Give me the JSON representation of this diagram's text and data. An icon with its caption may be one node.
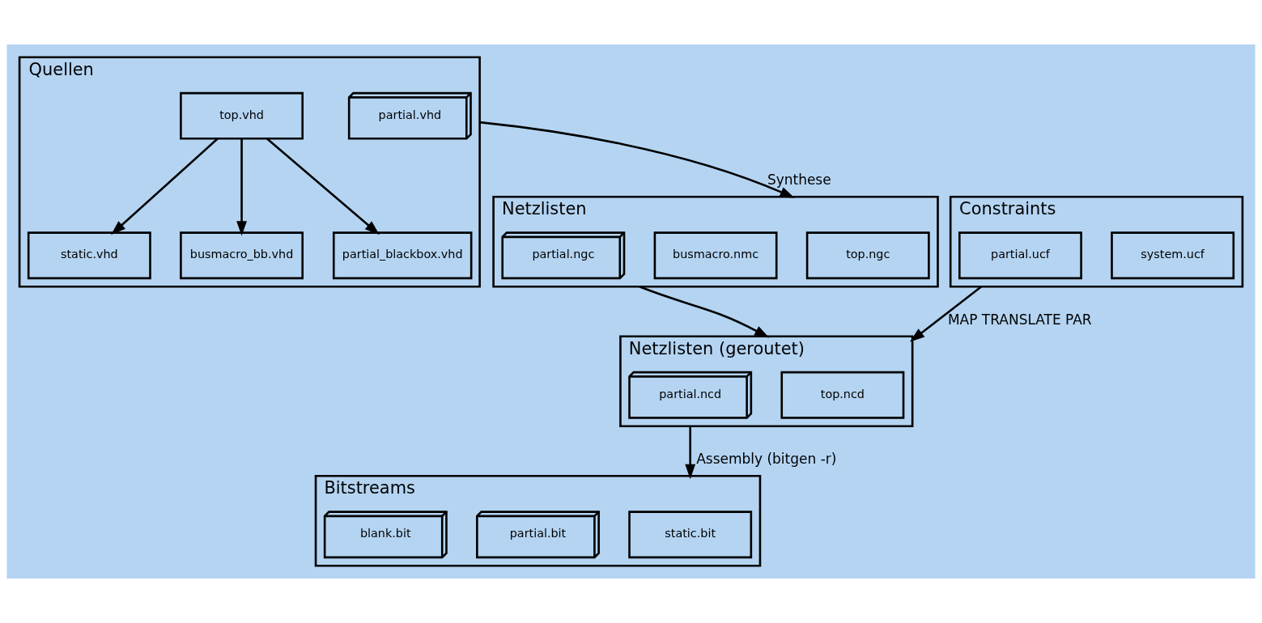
{
  "diagram": {
    "nodes": [
      {
        "text": [
          "Quellen"
        ]
      },
      {
        "text": [
          "top.vhd"
        ],
        "in": 0
      },
      {
        "text": [
          "static.vhd"
        ],
        "in": 0
      },
      {
        "text": [
          "busmacro_bb.vhd"
        ],
        "in": 0
      },
      {
        "text": [
          "partial_blackbox.vhd"
        ],
        "in": 0
      },
      {
        "text": [
          "partial.vhd"
        ],
        "in": 0
      },
      {
        "text": [
          "Constraints"
        ]
      },
      {
        "text": [
          "system.ucf"
        ],
        "in": 6
      },
      {
        "text": [
          "partial.ucf"
        ],
        "in": 6
      },
      {
        "text": [
          "Bitstreams"
        ]
      },
      {
        "text": [
          "static.bit"
        ],
        "in": 9
      },
      {
        "text": [
          "partial.bit"
        ],
        "in": 9
      },
      {
        "text": [
          "blank.bit"
        ],
        "in": 9
      },
      {
        "text": [
          "Netzlisten (geroutet)"
        ]
      },
      {
        "text": [
          "top.ncd"
        ],
        "in": 13
      },
      {
        "text": [
          "partial.ncd"
        ],
        "in": 13
      },
      {
        "text": [
          "Netzlisten"
        ]
      },
      {
        "text": [
          "top.ngc"
        ],
        "in": 16
      },
      {
        "text": [
          "busmacro.nmc"
        ],
        "in": 16
      },
      {
        "text": [
          "partial.ngc"
        ],
        "in": 16
      }
    ],
    "edges": [
      {
        "from": 1,
        "to": 2,
        "arrow": "to"
      },
      {
        "from": 1,
        "to": 3,
        "arrow": "to"
      },
      {
        "from": 1,
        "to": 4,
        "arrow": "to"
      },
      {
        "from": 0,
        "to": 16,
        "arrow": "to",
        "label": "Synthese"
      },
      {
        "from": 6,
        "to": 13,
        "arrow": "to",
        "label": "MAP TRANSLATE PAR"
      },
      {
        "from": 16,
        "to": 13,
        "arrow": "to"
      },
      {
        "from": 13,
        "to": 9,
        "arrow": "to",
        "label": "Assembly (bitgen -r)"
      }
    ]
  }
}
